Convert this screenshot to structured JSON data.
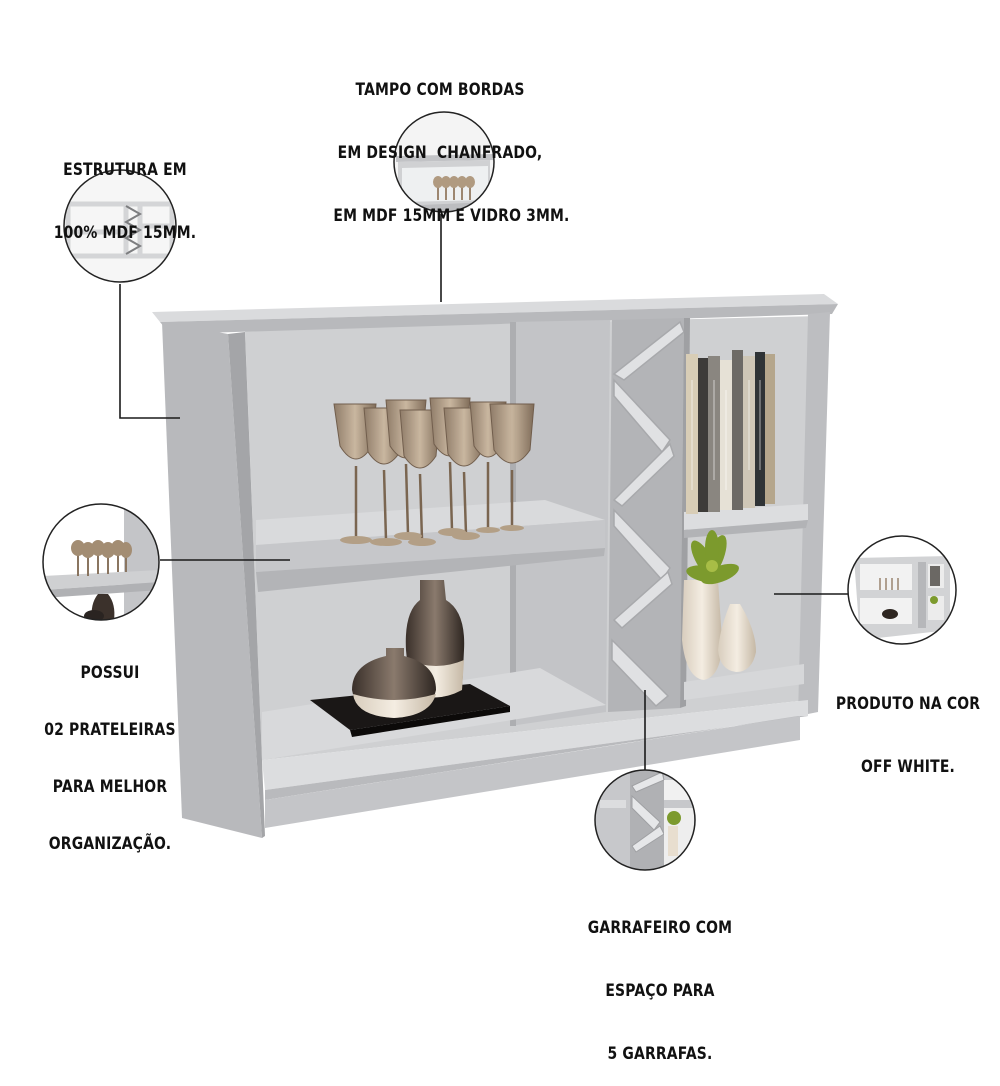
{
  "captions": {
    "tampo": [
      "TAMPO COM BORDAS",
      "EM DESIGN  CHANFRADO,",
      "EM MDF 15MM E VIDRO 3MM."
    ],
    "estrutura": [
      "ESTRUTURA EM",
      "100% MDF 15MM."
    ],
    "prateleiras": [
      "POSSUI",
      "02 PRATELEIRAS",
      "PARA MELHOR",
      "ORGANIZAÇÃO."
    ],
    "cor": [
      "PRODUTO NA COR",
      "OFF WHITE."
    ],
    "garrafeiro": [
      "GARRAFEIRO COM",
      "ESPAÇO PARA",
      "5 GARRAFAS."
    ]
  },
  "colors": {
    "furniture": "#c9cacc",
    "furniture_dark": "#a9aaad",
    "furniture_light": "#dcdddf",
    "callout_line": "#1a1a1a"
  },
  "icons": [
    "wine-glass-icon",
    "vase-icon",
    "book-icon",
    "plant-icon"
  ]
}
